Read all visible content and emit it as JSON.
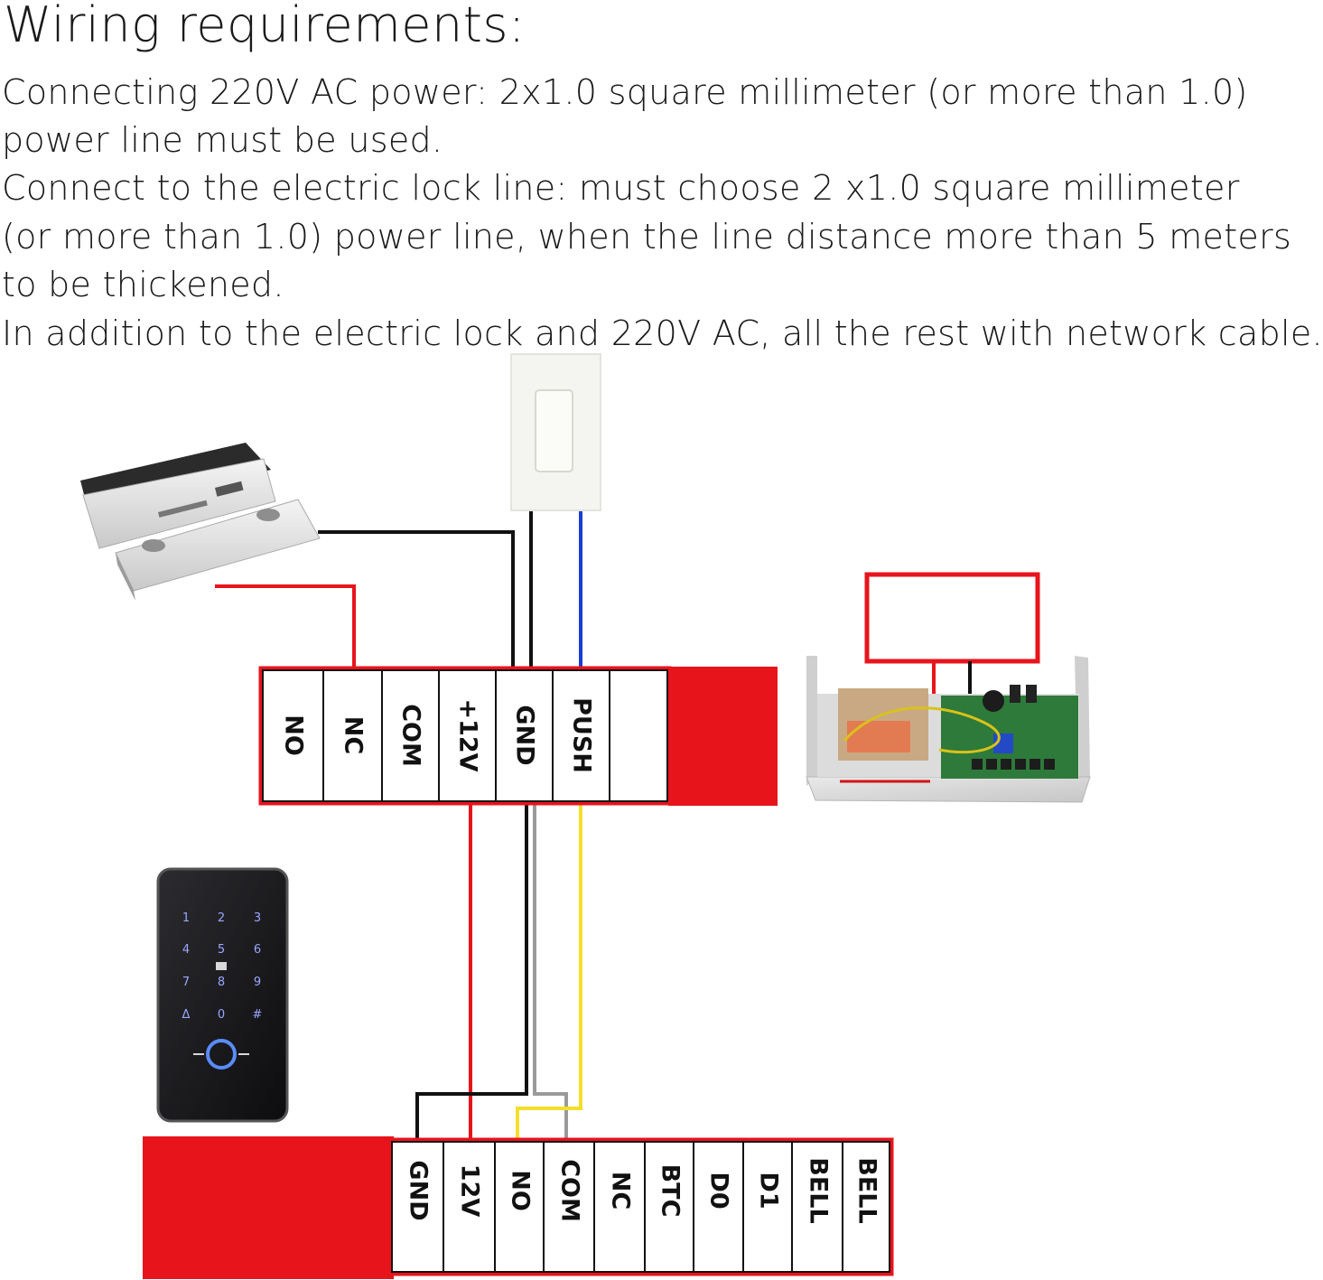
{
  "heading": "Wiring requirements:",
  "requirements": [
    "Connecting 220V AC power: 2x1.0 square millimeter (or more than 1.0)",
    "power line must be used.",
    "Connect to the electric lock line: must choose 2 x1.0 square millimeter",
    "(or more than 1.0) power line, when the line distance more than 5 meters",
    "to be thickened.",
    "In addition to the electric lock and 220V AC, all the rest with network cable."
  ],
  "power_supply_terminals": [
    "NO",
    "NC",
    "COM",
    "+12V",
    "GND",
    "PUSH",
    ""
  ],
  "controller_terminals": [
    "GND",
    "12V",
    "NO",
    "COM",
    "NC",
    "BTC",
    "D0",
    "D1",
    "BELL",
    "BELL"
  ],
  "keypad_keys": [
    "1",
    "2",
    "3",
    "4",
    "5",
    "6",
    "7",
    "8",
    "9",
    "Δ",
    "0",
    "#"
  ],
  "colors": {
    "red": "#e8141c",
    "black": "#111111",
    "blue": "#1a3fd0",
    "yellow": "#f3df2b",
    "gray": "#9a9a9a"
  },
  "icons": [
    "magnetic-lock-icon",
    "exit-button-icon",
    "power-supply-icon",
    "keypad-icon"
  ]
}
